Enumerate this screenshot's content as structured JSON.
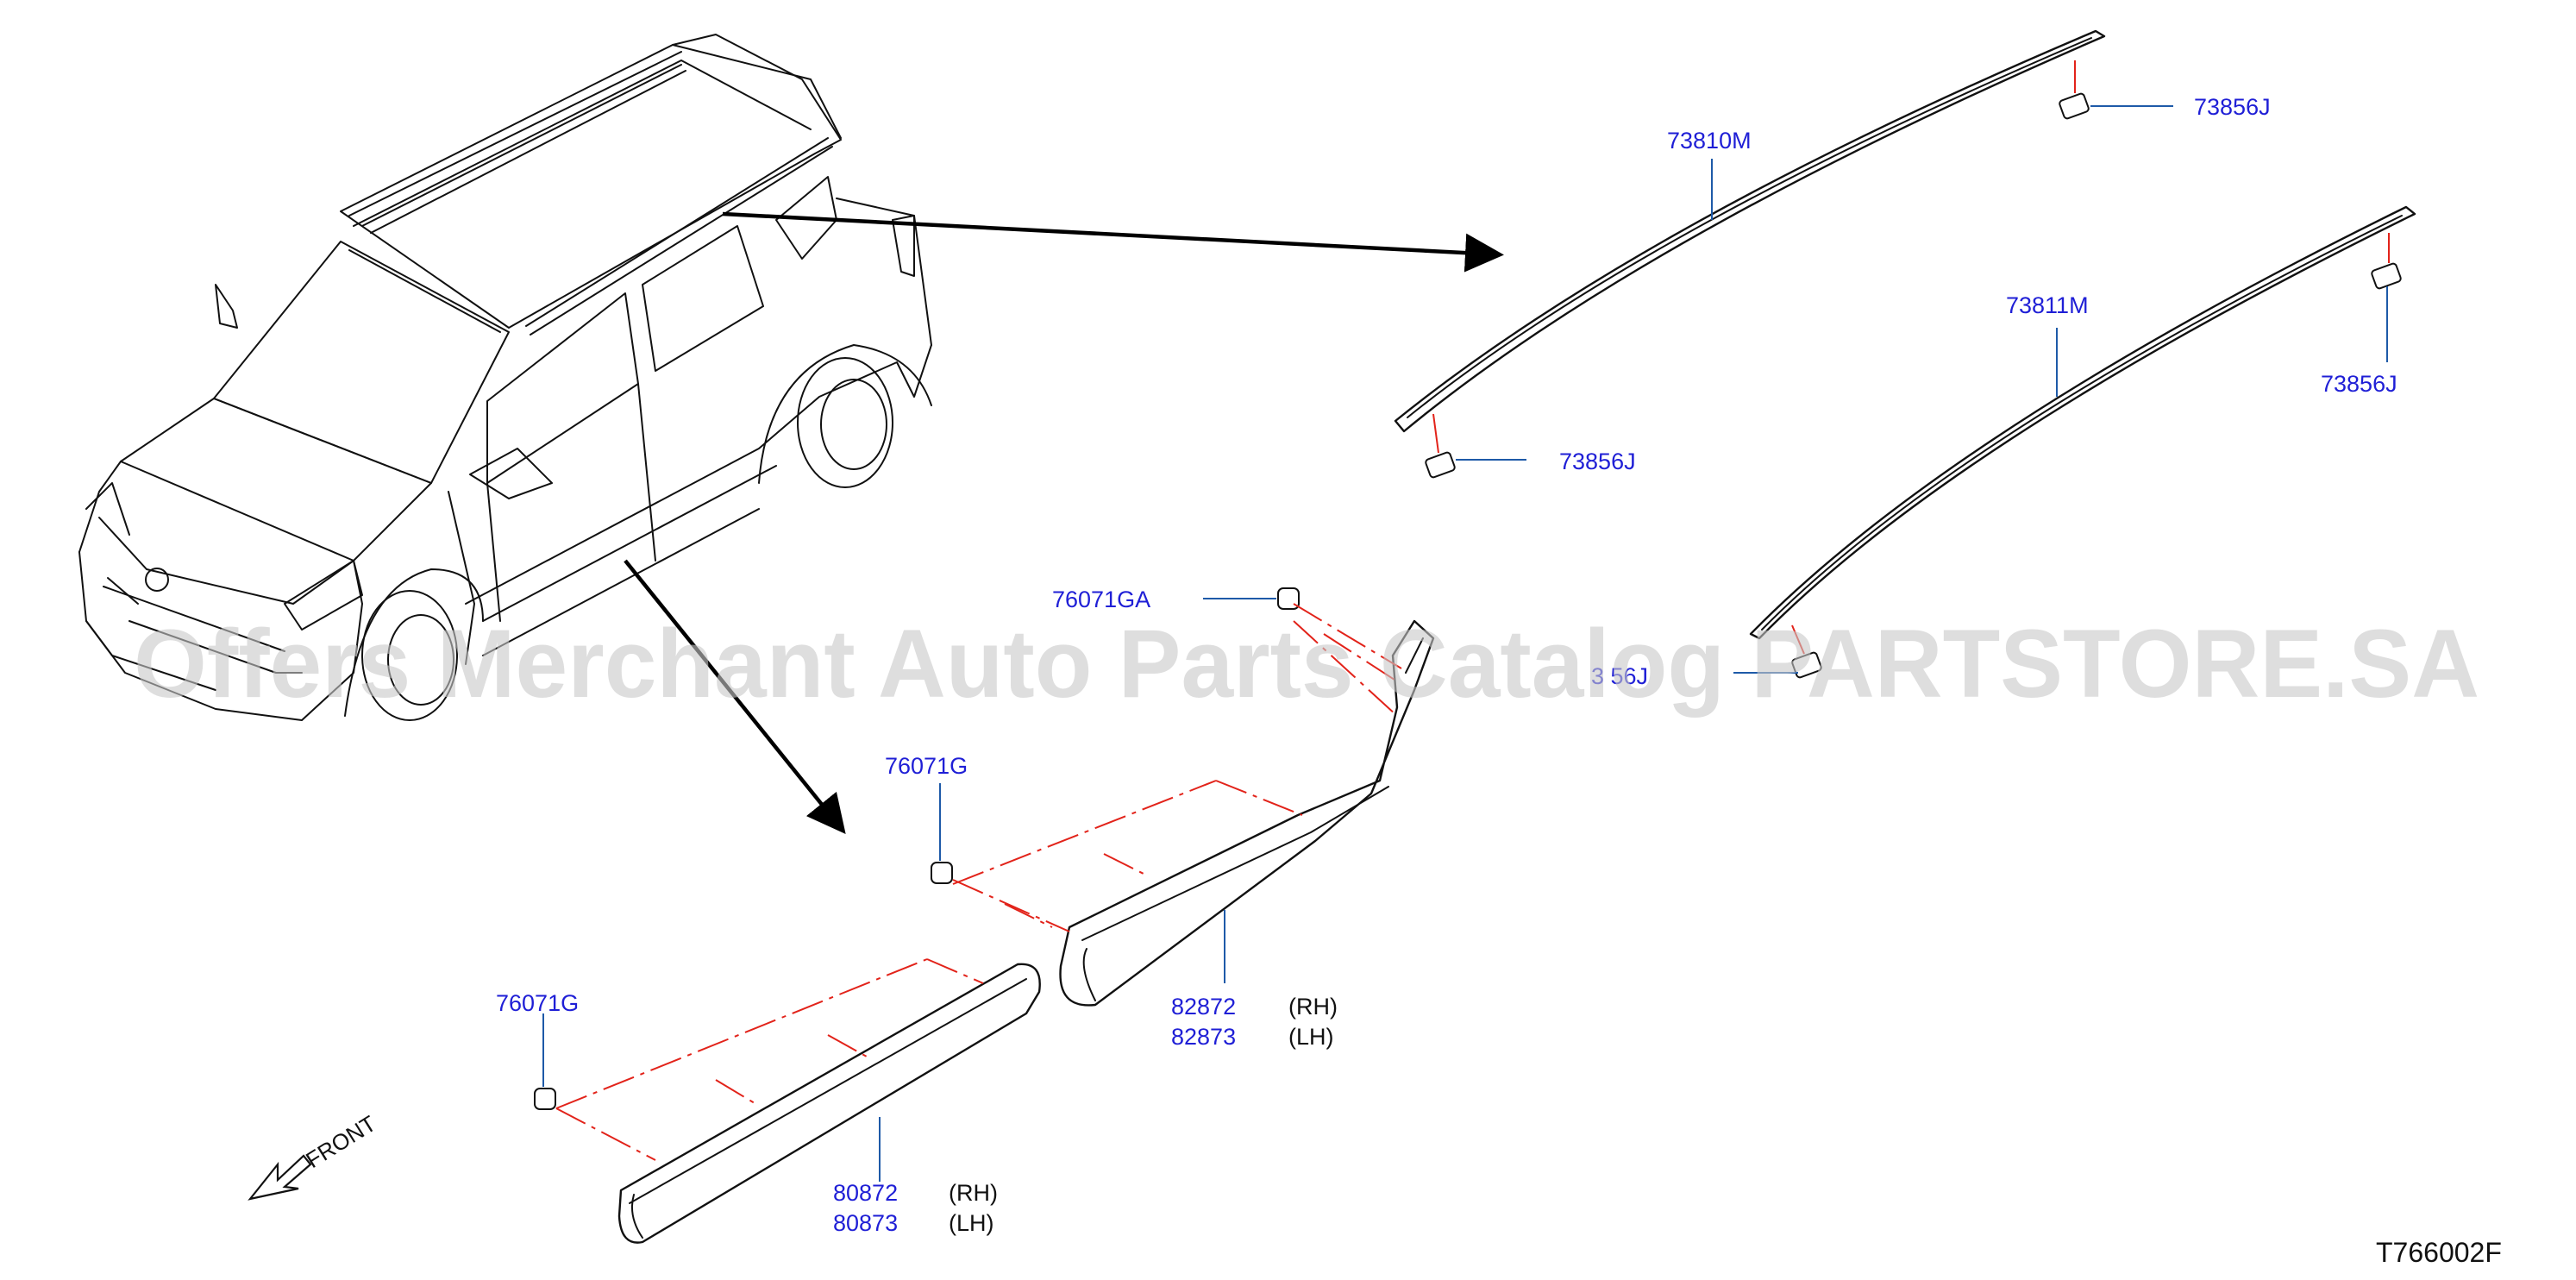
{
  "labels": {
    "roof_rail_rh": "73810M",
    "roof_rail_lh": "73811M",
    "clip_a": "73856J",
    "clip_b": "73856J",
    "clip_c": "73856J",
    "clip_d_partial": "3 56J",
    "clip_ga": "76071GA",
    "clip_g_upper": "76071G",
    "clip_g_lower": "76071G",
    "rear_molding_rh": "82872",
    "rear_molding_lh": "82873",
    "front_molding_rh": "80872",
    "front_molding_lh": "80873",
    "side_rh": "(RH)",
    "side_lh": "(LH)",
    "side_rh_2": "(RH)",
    "side_lh_2": "(LH)",
    "front_indicator": "FRONT",
    "diagram_code": "T766002F"
  },
  "watermark": {
    "text": "Offers Merchant Auto Parts Catalog PARTSTORE.SA",
    "color": "#c8c8c8"
  },
  "colors": {
    "part_number": "#1f1fd6",
    "leader": "#1e5aa8",
    "phantom_line": "#e2231a",
    "outline": "#111111"
  },
  "icons": {
    "front_direction": "hollow-arrow-icon",
    "pointer_arrows": "solid-arrow-icon"
  }
}
